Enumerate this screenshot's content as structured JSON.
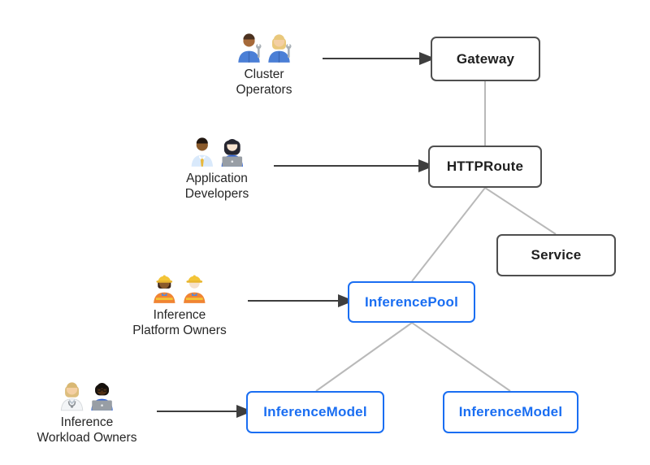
{
  "diagram": {
    "personas": [
      {
        "id": "cluster-operators",
        "label": [
          "Cluster",
          "Operators"
        ],
        "icons": [
          "man-mechanic-icon",
          "woman-mechanic-icon"
        ],
        "points_to": "Gateway"
      },
      {
        "id": "application-developers",
        "label": [
          "Application",
          "Developers"
        ],
        "icons": [
          "man-office-worker-icon",
          "woman-technologist-icon"
        ],
        "points_to": "HTTPRoute"
      },
      {
        "id": "inference-platform-owners",
        "label": [
          "Inference",
          "Platform Owners"
        ],
        "icons": [
          "woman-construction-worker-icon",
          "man-construction-worker-icon"
        ],
        "points_to": "InferencePool"
      },
      {
        "id": "inference-workload-owners",
        "label": [
          "Inference",
          "Workload Owners"
        ],
        "icons": [
          "health-worker-icon",
          "man-technologist-icon"
        ],
        "points_to": "InferenceModel"
      }
    ],
    "nodes": [
      {
        "id": "gateway",
        "label": "Gateway",
        "variant": "gray"
      },
      {
        "id": "httproute",
        "label": "HTTPRoute",
        "variant": "gray"
      },
      {
        "id": "service",
        "label": "Service",
        "variant": "gray"
      },
      {
        "id": "inferencepool",
        "label": "InferencePool",
        "variant": "blue"
      },
      {
        "id": "inferencemodel-a",
        "label": "InferenceModel",
        "variant": "blue"
      },
      {
        "id": "inferencemodel-b",
        "label": "InferenceModel",
        "variant": "blue"
      }
    ],
    "edges": [
      {
        "from": "gateway",
        "to": "httproute"
      },
      {
        "from": "httproute",
        "to": "service"
      },
      {
        "from": "httproute",
        "to": "inferencepool"
      },
      {
        "from": "inferencepool",
        "to": "inferencemodel-a"
      },
      {
        "from": "inferencepool",
        "to": "inferencemodel-b"
      }
    ],
    "colors": {
      "background": "#ffffff",
      "node_border_gray": "#4f4f4f",
      "node_text_gray": "#1f1f1f",
      "node_border_blue": "#1a6ef2",
      "node_text_blue": "#1a6ef2",
      "connector": "#b9b9b9",
      "arrow": "#3e3e3e"
    }
  }
}
